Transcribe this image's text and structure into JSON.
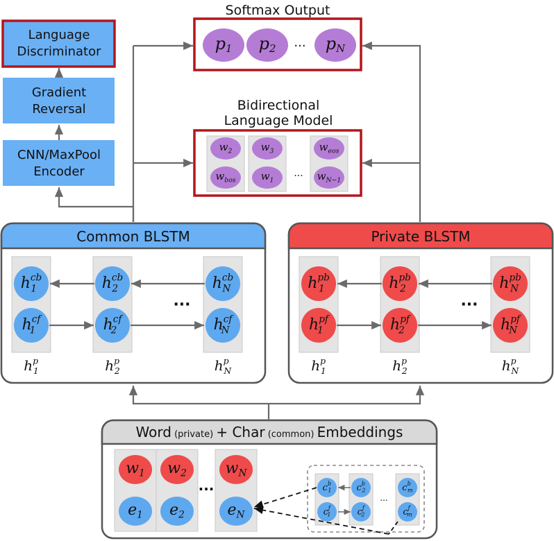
{
  "left_column": {
    "discriminator": [
      "Language",
      "Discriminator"
    ],
    "gradient_reversal": [
      "Gradient",
      "Reversal"
    ],
    "encoder": [
      "CNN/MaxPool",
      "Encoder"
    ]
  },
  "softmax": {
    "title": "Softmax Output",
    "nodes": [
      {
        "base": "p",
        "sub": "1"
      },
      {
        "base": "p",
        "sub": "2"
      },
      {
        "base": "p",
        "sub": "N"
      }
    ],
    "ellipsis": "···"
  },
  "language_model": {
    "title": [
      "Bidirectional",
      "Language Model"
    ],
    "top_row": [
      {
        "base": "w",
        "sub": "2"
      },
      {
        "base": "w",
        "sub": "3"
      },
      {
        "base": "w",
        "sub": "eos"
      }
    ],
    "bottom_row": [
      {
        "base": "w",
        "sub": "bos"
      },
      {
        "base": "w",
        "sub": "1"
      },
      {
        "base": "w",
        "sub": "N−1"
      }
    ],
    "ellipsis": "···"
  },
  "common_blstm": {
    "title": "Common BLSTM",
    "accent": "#6ab0f5",
    "backward": [
      {
        "base": "h",
        "sup": "cb",
        "sub": "1"
      },
      {
        "base": "h",
        "sup": "cb",
        "sub": "2"
      },
      {
        "base": "h",
        "sup": "cb",
        "sub": "N"
      }
    ],
    "forward": [
      {
        "base": "h",
        "sup": "cf",
        "sub": "1"
      },
      {
        "base": "h",
        "sup": "cf",
        "sub": "2"
      },
      {
        "base": "h",
        "sup": "cf",
        "sub": "N"
      }
    ],
    "outputs": [
      {
        "base": "h",
        "sup": "p",
        "sub": "1"
      },
      {
        "base": "h",
        "sup": "p",
        "sub": "2"
      },
      {
        "base": "h",
        "sup": "p",
        "sub": "N"
      }
    ],
    "ellipsis": "···"
  },
  "private_blstm": {
    "title": "Private BLSTM",
    "accent": "#ef4b4b",
    "backward": [
      {
        "base": "h",
        "sup": "pb",
        "sub": "1"
      },
      {
        "base": "h",
        "sup": "pb",
        "sub": "2"
      },
      {
        "base": "h",
        "sup": "pb",
        "sub": "N"
      }
    ],
    "forward": [
      {
        "base": "h",
        "sup": "pf",
        "sub": "1"
      },
      {
        "base": "h",
        "sup": "pf",
        "sub": "2"
      },
      {
        "base": "h",
        "sup": "pf",
        "sub": "N"
      }
    ],
    "outputs": [
      {
        "base": "h",
        "sup": "p",
        "sub": "1"
      },
      {
        "base": "h",
        "sup": "p",
        "sub": "2"
      },
      {
        "base": "h",
        "sup": "p",
        "sub": "N"
      }
    ],
    "ellipsis": "···"
  },
  "embeddings": {
    "title_parts": {
      "word": "Word",
      "word_note": "(private)",
      "plus": "+",
      "char": "Char",
      "char_note": "(common)",
      "embeddings": "Embeddings"
    },
    "word_nodes": [
      {
        "base": "w",
        "sub": "1"
      },
      {
        "base": "w",
        "sub": "2"
      },
      {
        "base": "w",
        "sub": "N"
      }
    ],
    "char_nodes": [
      {
        "base": "e",
        "sub": "1"
      },
      {
        "base": "e",
        "sub": "2"
      },
      {
        "base": "e",
        "sub": "N"
      }
    ],
    "char_backward": [
      {
        "base": "c",
        "sup": "b",
        "sub": "1"
      },
      {
        "base": "c",
        "sup": "b",
        "sub": "2"
      },
      {
        "base": "c",
        "sup": "b",
        "sub": "m"
      }
    ],
    "char_forward": [
      {
        "base": "c",
        "sup": "f",
        "sub": "1"
      },
      {
        "base": "c",
        "sup": "f",
        "sub": "2"
      },
      {
        "base": "c",
        "sup": "f",
        "sub": "m"
      }
    ],
    "ellipsis": "···",
    "small_ellipsis": "..."
  },
  "colors": {
    "blue_box": "#6ab0f5",
    "blue_node": "#5ea8ef",
    "red_node": "#ef4b4b",
    "purple_node": "#b57cd6",
    "dark_red_border": "#b3161c",
    "gray_arrow": "#6a6a6a",
    "gray_panel": "#e4e4e4"
  }
}
